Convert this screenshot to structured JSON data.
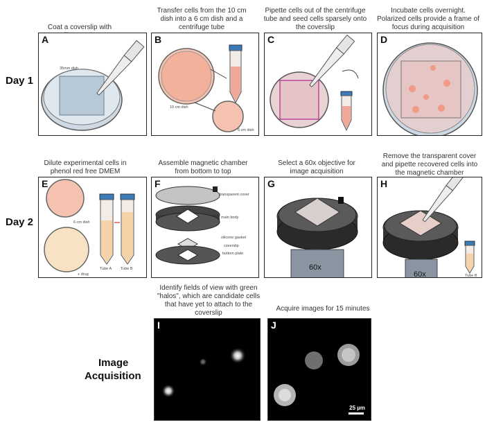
{
  "captions": {
    "A": "Coat a coverslip with fibronectin",
    "B": "Transfer cells from the 10 cm dish into a 6 cm dish and a centrifuge tube",
    "C": "Pipette cells out of the centrifuge tube and seed cells sparsely onto the coverslip",
    "D": "Incubate cells overnight. Polarized cells provide a frame of focus during acquisition",
    "E": "Dilute experimental cells in phenol red free DMEM",
    "F": "Assemble magnetic chamber from bottom to top",
    "G": "Select a 60x objective for image acquisition",
    "H": "Remove the transparent cover and pipette recovered cells into the magnetic chamber",
    "I": "Identify fields of view with green \"halos\", which are candidate cells that have yet to attach to the coverslip",
    "J": "Acquire images for 15 minutes"
  },
  "row_labels": {
    "day1": "Day 1",
    "day2": "Day 2",
    "imaging_line1": "Image",
    "imaging_line2": "Acquisition"
  },
  "panel_letters": {
    "A": "A",
    "B": "B",
    "C": "C",
    "D": "D",
    "E": "E",
    "F": "F",
    "G": "G",
    "H": "H",
    "I": "I",
    "J": "J"
  },
  "annotations": {
    "a_dish": "35mm dish",
    "b_dish10": "10 cm dish",
    "b_dish6": "6 cm dish",
    "e_dish6": "6 cm dish",
    "e_drug": "+ drug",
    "e_tubeA": "Tube A",
    "e_tubeB": "Tube B",
    "f_cover": "transparent cover",
    "f_body": "main body",
    "f_gasket": "silicone gasket",
    "f_coverslip": "coverslip",
    "f_plate": "bottom plate",
    "g_objective": "60x",
    "h_objective": "60x",
    "h_tube": "Tube B",
    "j_scale": "25 µm"
  }
}
